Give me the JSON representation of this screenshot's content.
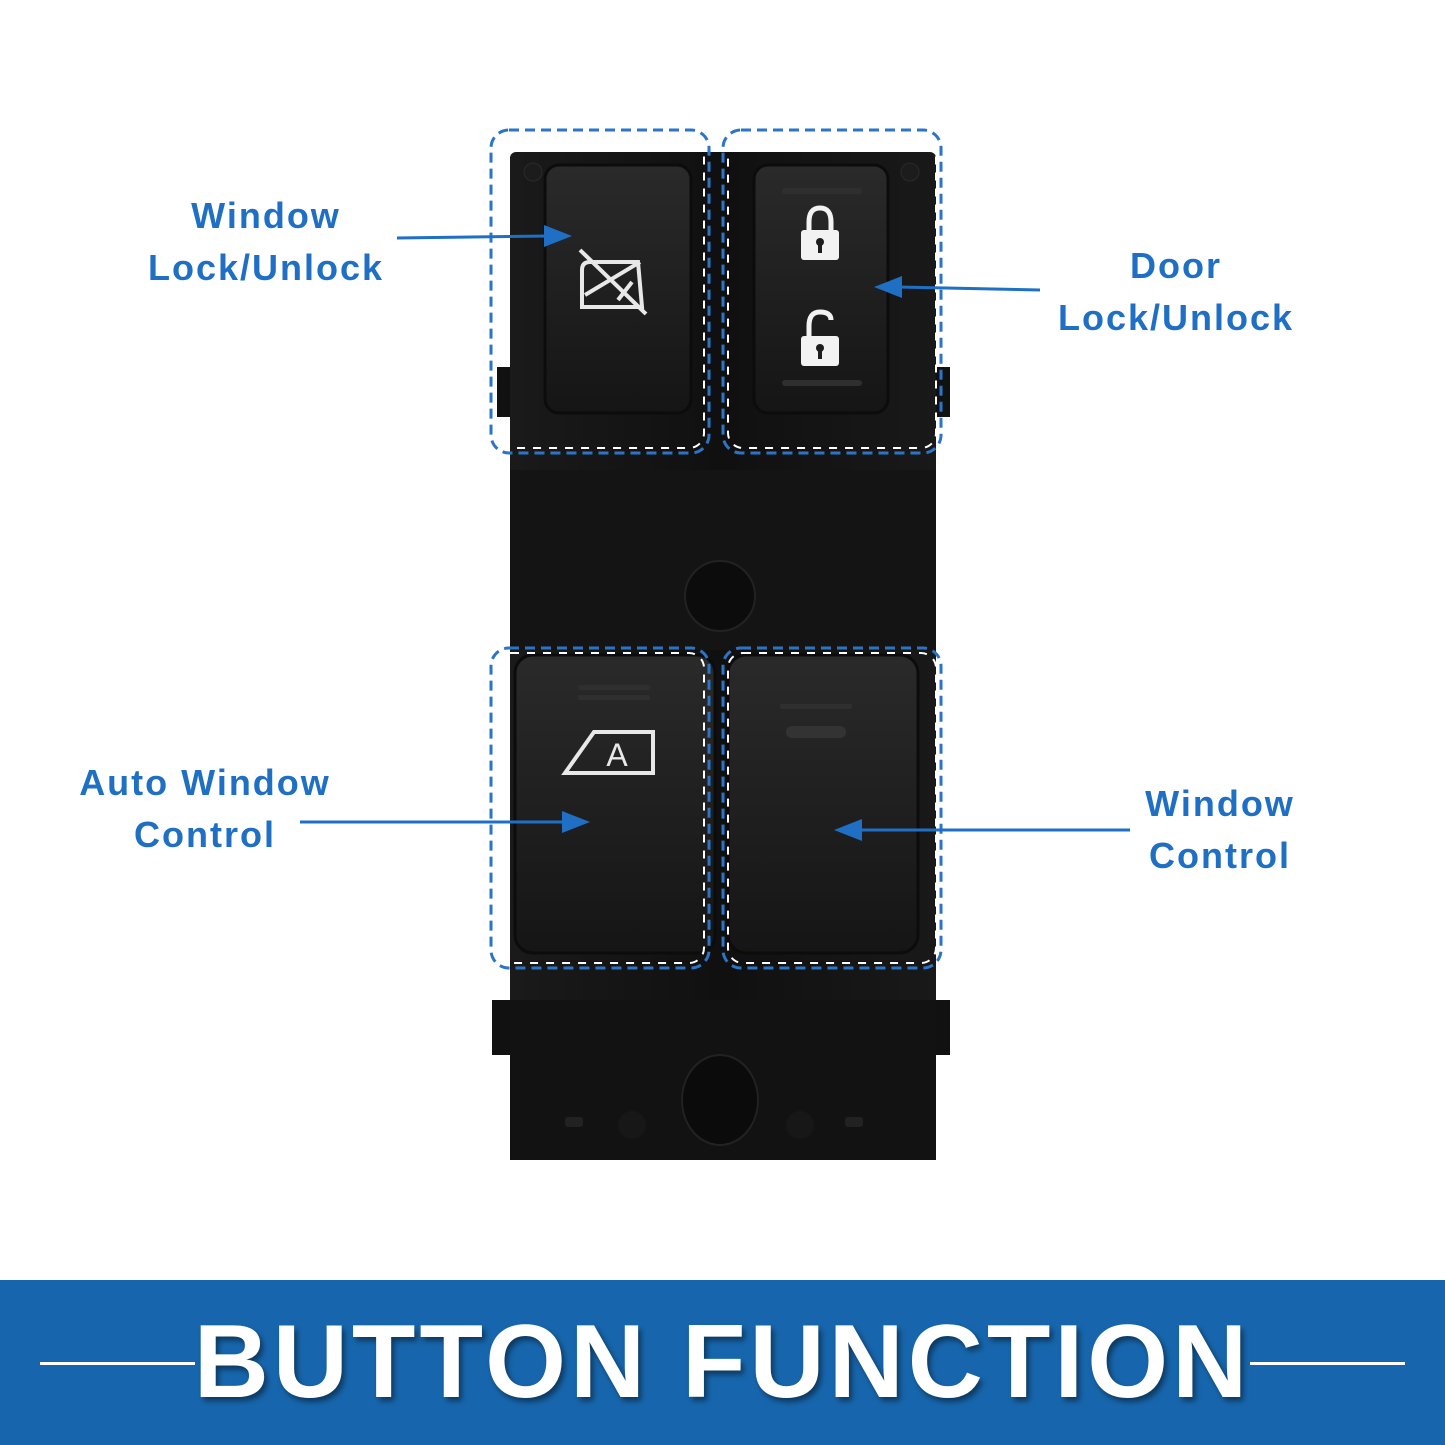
{
  "callouts": {
    "window_lock": {
      "line1": "Window",
      "line2": "Lock/Unlock"
    },
    "door_lock": {
      "line1": "Door",
      "line2": "Lock/Unlock"
    },
    "auto_window": {
      "line1": "Auto Window",
      "line2": "Control"
    },
    "window_control": {
      "line1": "Window",
      "line2": "Control"
    }
  },
  "auto_button_letter": "A",
  "banner": {
    "title": "BUTTON FUNCTION"
  },
  "colors": {
    "accent": "#1f6fc4",
    "banner": "#1766ad",
    "panel": "#161616",
    "button": "#1d1d1d"
  }
}
